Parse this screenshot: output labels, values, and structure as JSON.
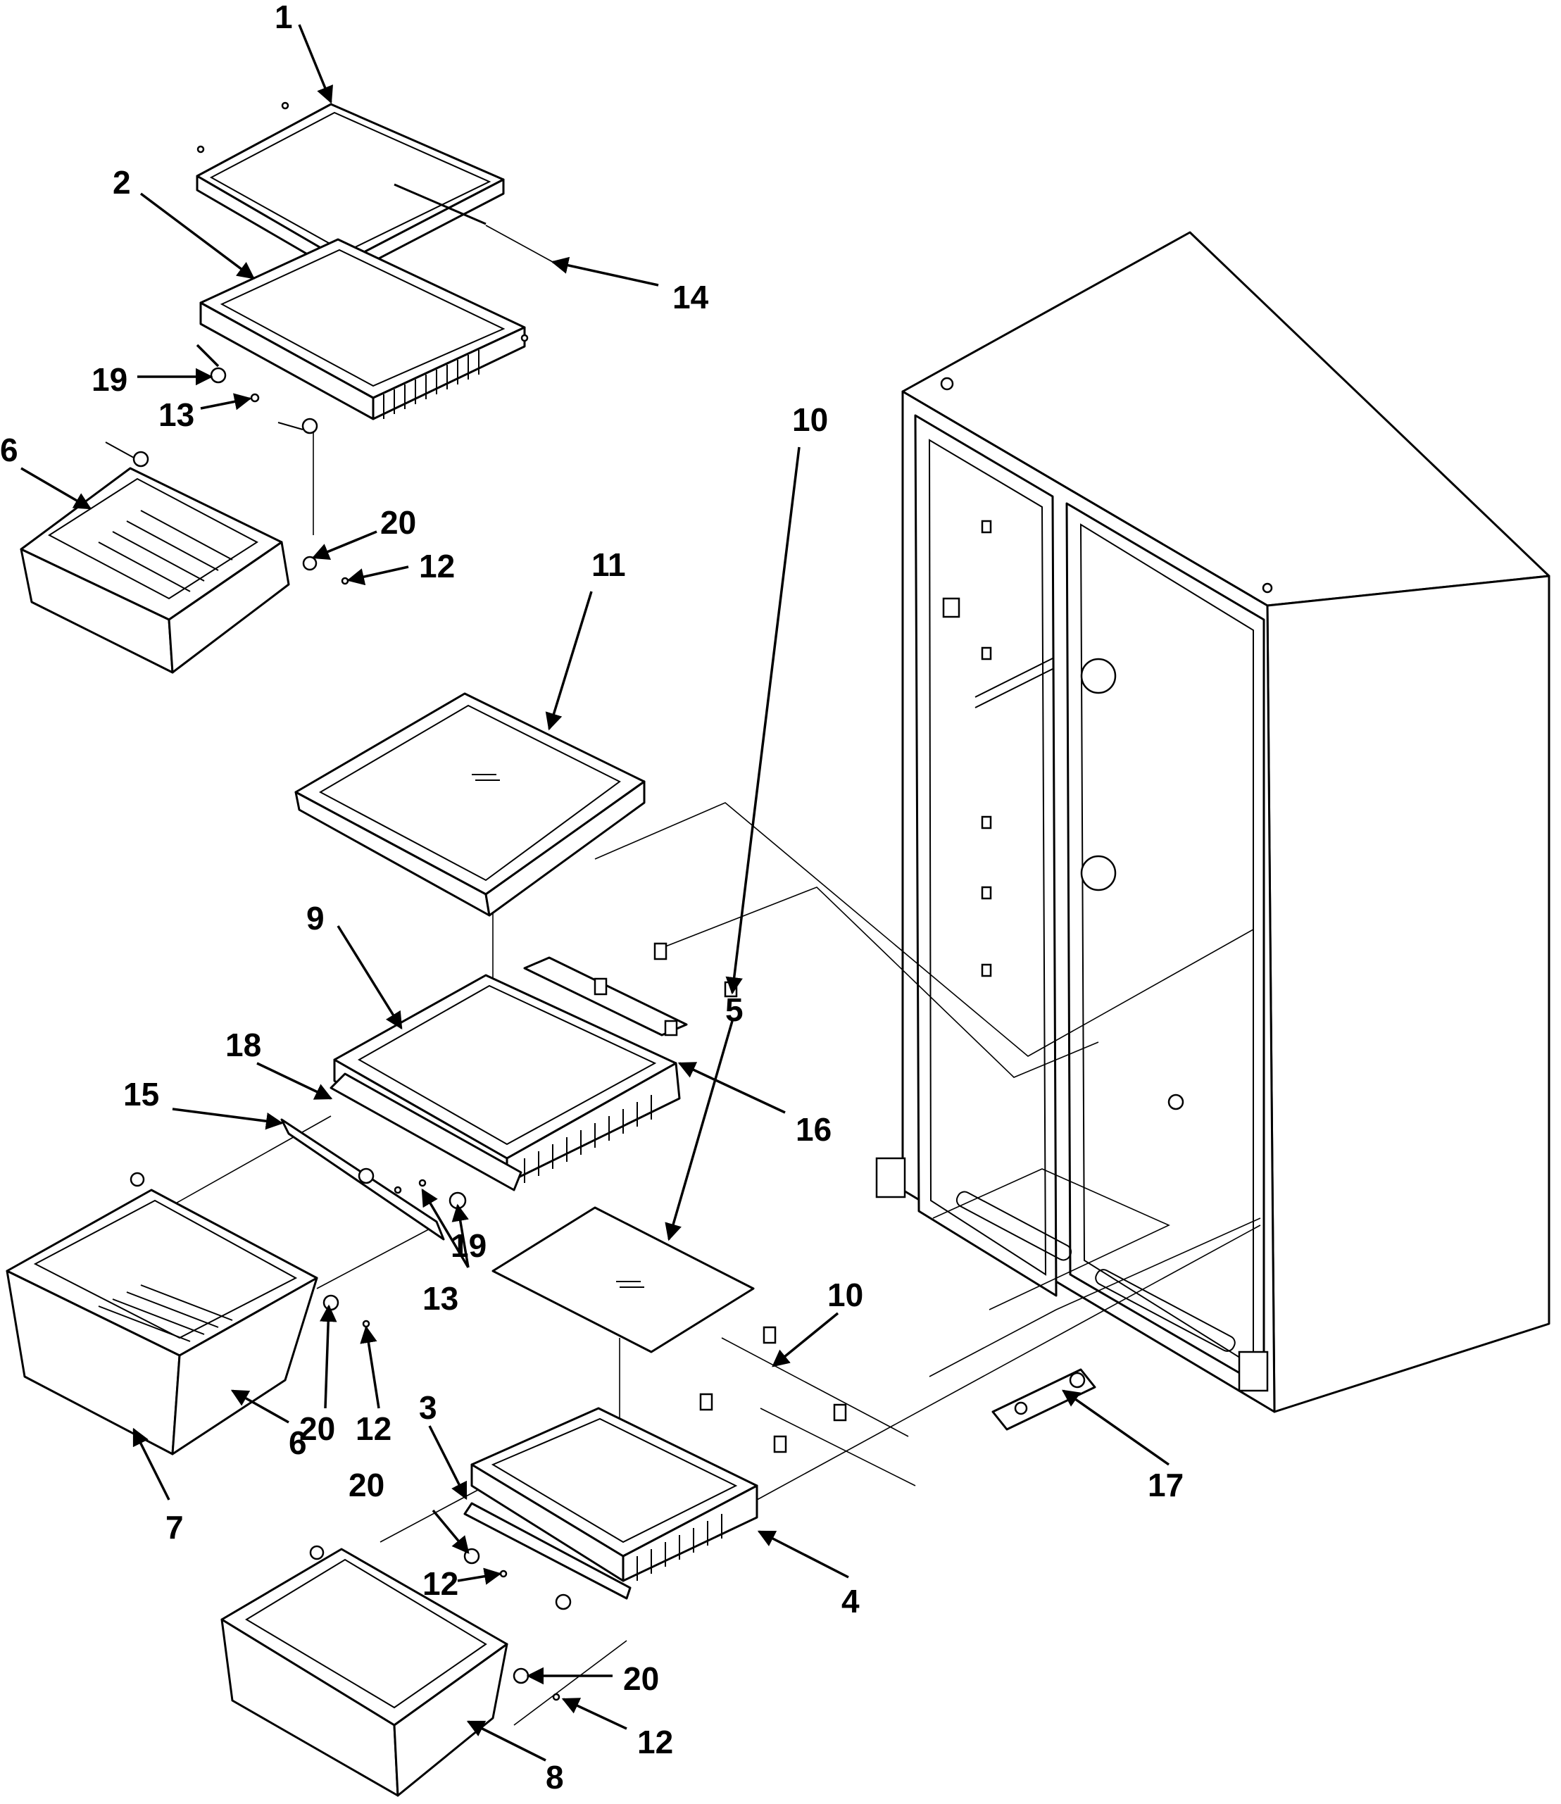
{
  "callouts": {
    "c1": "1",
    "c2": "2",
    "c3": "3",
    "c4": "4",
    "c5": "5",
    "c6a": "6",
    "c6b": "6",
    "c7": "7",
    "c8": "8",
    "c9": "9",
    "c10a": "10",
    "c10b": "10",
    "c11": "11",
    "c12a": "12",
    "c12b": "12",
    "c12c": "12",
    "c12d": "12",
    "c13a": "13",
    "c13b": "13",
    "c14": "14",
    "c15": "15",
    "c16": "16",
    "c17": "17",
    "c18": "18",
    "c19a": "19",
    "c19b": "19",
    "c20a": "20",
    "c20b": "20",
    "c20c": "20",
    "c20d": "20"
  }
}
